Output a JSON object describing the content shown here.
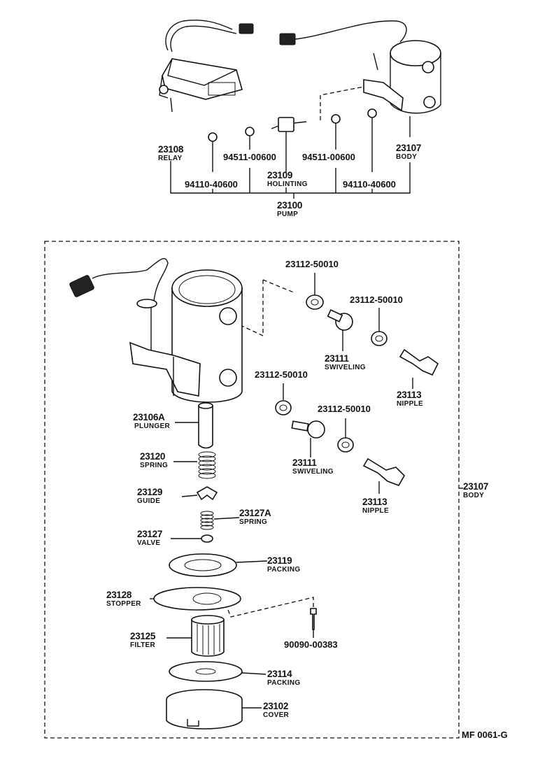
{
  "pump": {
    "number": "23100",
    "name": "PUMP"
  },
  "top_parts": {
    "relay": {
      "number": "23108",
      "name": "RELAY"
    },
    "holinting": {
      "number": "23109",
      "name": "HOLINTING"
    },
    "body": {
      "number": "23107",
      "name": "BODY"
    },
    "nut_left": "94511-00600",
    "nut_right": "94511-00600",
    "washer_left": "94110-40600",
    "washer_right": "94110-40600"
  },
  "body_assembly": {
    "number": "23107",
    "name": "BODY"
  },
  "parts": {
    "gasket_1": "23112-50010",
    "gasket_2": "23112-50010",
    "gasket_3": "23112-50010",
    "gasket_4": "23112-50010",
    "swiveling_upper": {
      "number": "23111",
      "name": "SWIVELING"
    },
    "swiveling_lower": {
      "number": "23111",
      "name": "SWIVELING"
    },
    "nipple_upper": {
      "number": "23113",
      "name": "NIPPLE"
    },
    "nipple_lower": {
      "number": "23113",
      "name": "NIPPLE"
    },
    "plunger": {
      "number": "23106A",
      "name": "PLUNGER"
    },
    "spring": {
      "number": "23120",
      "name": "SPRING"
    },
    "guide": {
      "number": "23129",
      "name": "GUIDE"
    },
    "spring_a": {
      "number": "23127A",
      "name": "SPRING"
    },
    "valve": {
      "number": "23127",
      "name": "VALVE"
    },
    "packing_upper": {
      "number": "23119",
      "name": "PACKING"
    },
    "stopper": {
      "number": "23128",
      "name": "STOPPER"
    },
    "screw": "90090-00383",
    "filter": {
      "number": "23125",
      "name": "FILTER"
    },
    "packing_lower": {
      "number": "23114",
      "name": "PACKING"
    },
    "cover": {
      "number": "23102",
      "name": "COVER"
    }
  },
  "figure_code": "MF 0061-G"
}
